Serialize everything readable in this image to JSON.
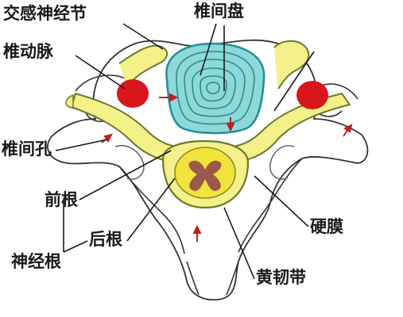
{
  "diagram": {
    "labels": {
      "sympathetic_ganglion": "交感神经节",
      "intervertebral_disc": "椎间盘",
      "vertebral_artery": "椎动脉",
      "intervertebral_foramen": "椎间孔",
      "anterior_root": "前根",
      "posterior_root": "后根",
      "dura_mater": "硬膜",
      "nerve_root": "神经根",
      "ligamentum_flavum": "黄韧带"
    },
    "colors": {
      "disc": "#8ed8d8",
      "disc_rings": "#1f8f96",
      "nerve": "#f4f08a",
      "nerve_outline": "#6b7a2a",
      "artery": "#d9161c",
      "spinal_cord": "#f2e23c",
      "gray_matter": "#9a5a4a",
      "bone_outline": "#333333",
      "arrow": "#c0201c"
    }
  }
}
